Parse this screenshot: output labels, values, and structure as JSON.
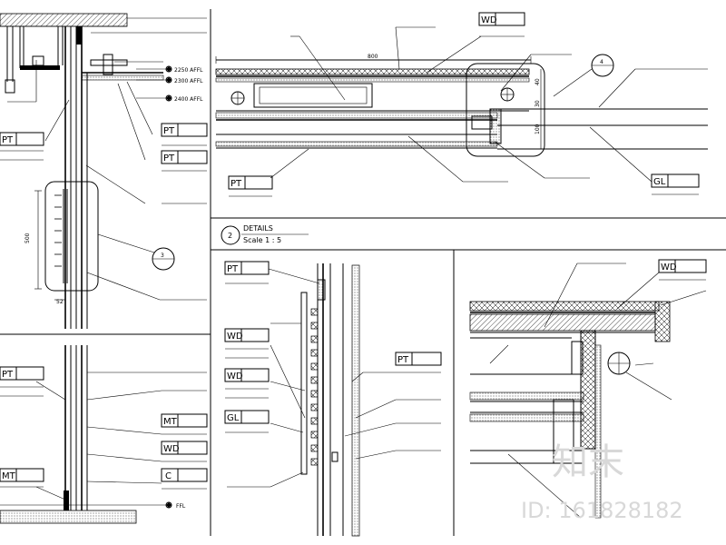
{
  "drawing": {
    "details_title": "DETAILS",
    "details_scale": "Scale 1 : 5",
    "details_number": "2"
  },
  "callouts": {
    "c3": "3",
    "c4": "4"
  },
  "dimensions": {
    "d800": "800",
    "d500": "500",
    "d52": "52",
    "d40": "40",
    "d30": "30",
    "d100": "100"
  },
  "levels": {
    "l2250": "2250 AFFL",
    "l2300": "2300 AFFL",
    "l2400": "2400 AFFL",
    "ffl": "FFL"
  },
  "tags": {
    "left": [
      "PT",
      "PT",
      "PT",
      "PT",
      "MT",
      "WD",
      "C",
      "MT"
    ],
    "top_right": [
      "WD",
      "PT",
      "GL"
    ],
    "bottom_mid": [
      "PT",
      "WD",
      "WD",
      "GL",
      "PT"
    ],
    "bottom_right": [
      "WD"
    ]
  },
  "watermark": {
    "logo": "知末",
    "id_text": "ID: 161828182"
  },
  "colors": {
    "line": "#000000",
    "background": "#ffffff",
    "watermark": "#d8d8d8"
  }
}
